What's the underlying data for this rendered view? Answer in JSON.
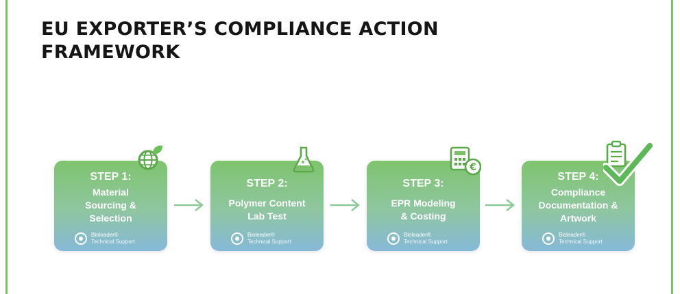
{
  "title": "EU EXPORTER’S COMPLIANCE ACTION FRAMEWORK",
  "steps": [
    {
      "label": "STEP 1:",
      "lines": [
        "Material",
        "Sourcing &",
        "Selection"
      ],
      "icon": "globe-leaf-icon"
    },
    {
      "label": "STEP 2:",
      "lines": [
        "Polymer Content",
        "Lab Test"
      ],
      "icon": "flask-icon"
    },
    {
      "label": "STEP 3:",
      "lines": [
        "EPR Modeling",
        "& Costing"
      ],
      "icon": "calculator-euro-icon"
    },
    {
      "label": "STEP 4:",
      "lines": [
        "Compliance",
        "Documentation &",
        "Artwork"
      ],
      "icon": "clipboard-check-icon"
    }
  ],
  "brand": {
    "names": [
      "Bioleader®",
      "Bioleader®",
      "Bioleader®",
      "Bisleader®"
    ],
    "sub": "Technical Support"
  },
  "colors": {
    "frame": "#7cc06a",
    "card_top": "#7fc46e",
    "card_bottom": "#86b9d9",
    "arrow": "#8fc99b",
    "check": "#5db85a"
  }
}
